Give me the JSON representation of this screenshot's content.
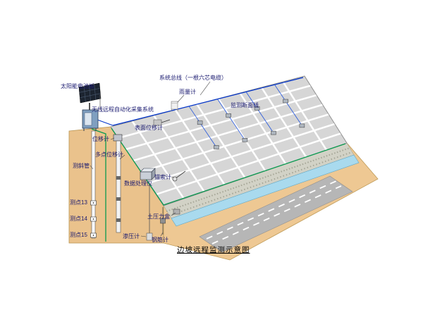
{
  "diagram": {
    "caption": "边坡远程监测示意图",
    "labels": {
      "solar_panel": "太阳能电池板",
      "system_bus": "系统总线（一根六芯电缆）",
      "rain_gauge": "雨量计",
      "section_line": "监测断面线",
      "wireless_system": "无线远程自动化采集系统",
      "surface_displacement": "表面位移计",
      "displacement": "位移计",
      "multipoint_displacement": "多点位移计",
      "inclinometer_tube": "测斜管",
      "data_processor": "数据处理仪",
      "anchor_meter": "锚索计",
      "point_13": "测点13",
      "point_14": "测点14",
      "point_15": "测点15",
      "earth_pressure_cell": "土压力盒",
      "piezometer": "渗压计",
      "rebar_meter": "钢筋计"
    },
    "colors": {
      "slope_face": "#d6d6d6",
      "grid_line": "#ffffff",
      "ground": "#eec893",
      "cross_section": "#eac28c",
      "toe_band": "#d2d2c6",
      "road": "#b6b6b6",
      "channel": "#a9daee",
      "bus_cable": "#0033cc",
      "ground_cable": "#0a9a50",
      "label_text": "#1a1a70"
    }
  }
}
